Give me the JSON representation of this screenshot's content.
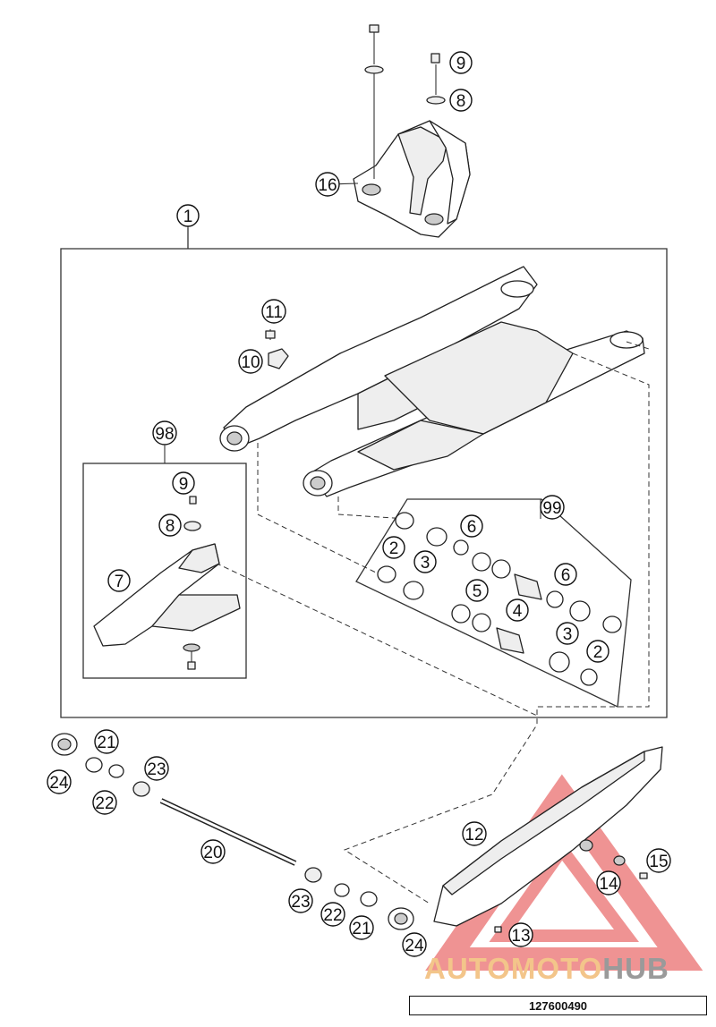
{
  "diagram": {
    "callouts": [
      {
        "id": "c1",
        "label": "1"
      },
      {
        "id": "c2a",
        "label": "2"
      },
      {
        "id": "c2b",
        "label": "2"
      },
      {
        "id": "c3a",
        "label": "3"
      },
      {
        "id": "c3b",
        "label": "3"
      },
      {
        "id": "c4",
        "label": "4"
      },
      {
        "id": "c5",
        "label": "5"
      },
      {
        "id": "c6a",
        "label": "6"
      },
      {
        "id": "c6b",
        "label": "6"
      },
      {
        "id": "c7",
        "label": "7"
      },
      {
        "id": "c8a",
        "label": "8"
      },
      {
        "id": "c8b",
        "label": "8"
      },
      {
        "id": "c9a",
        "label": "9"
      },
      {
        "id": "c9b",
        "label": "9"
      },
      {
        "id": "c10",
        "label": "10"
      },
      {
        "id": "c11",
        "label": "11"
      },
      {
        "id": "c12",
        "label": "12"
      },
      {
        "id": "c13",
        "label": "13"
      },
      {
        "id": "c14",
        "label": "14"
      },
      {
        "id": "c15",
        "label": "15"
      },
      {
        "id": "c16",
        "label": "16"
      },
      {
        "id": "c20",
        "label": "20"
      },
      {
        "id": "c21a",
        "label": "21"
      },
      {
        "id": "c21b",
        "label": "21"
      },
      {
        "id": "c22a",
        "label": "22"
      },
      {
        "id": "c22b",
        "label": "22"
      },
      {
        "id": "c23a",
        "label": "23"
      },
      {
        "id": "c23b",
        "label": "23"
      },
      {
        "id": "c24a",
        "label": "24"
      },
      {
        "id": "c24b",
        "label": "24"
      },
      {
        "id": "c98",
        "label": "98"
      },
      {
        "id": "c99",
        "label": "99"
      }
    ],
    "footer_code": "127600490",
    "watermark": {
      "part1": "AUTO",
      "part2": "MOTO",
      "part3": "HUB",
      "triangle_color": "#e23b3b",
      "word_color": "#f3c58a",
      "hub_color": "#9a9a9a"
    }
  }
}
